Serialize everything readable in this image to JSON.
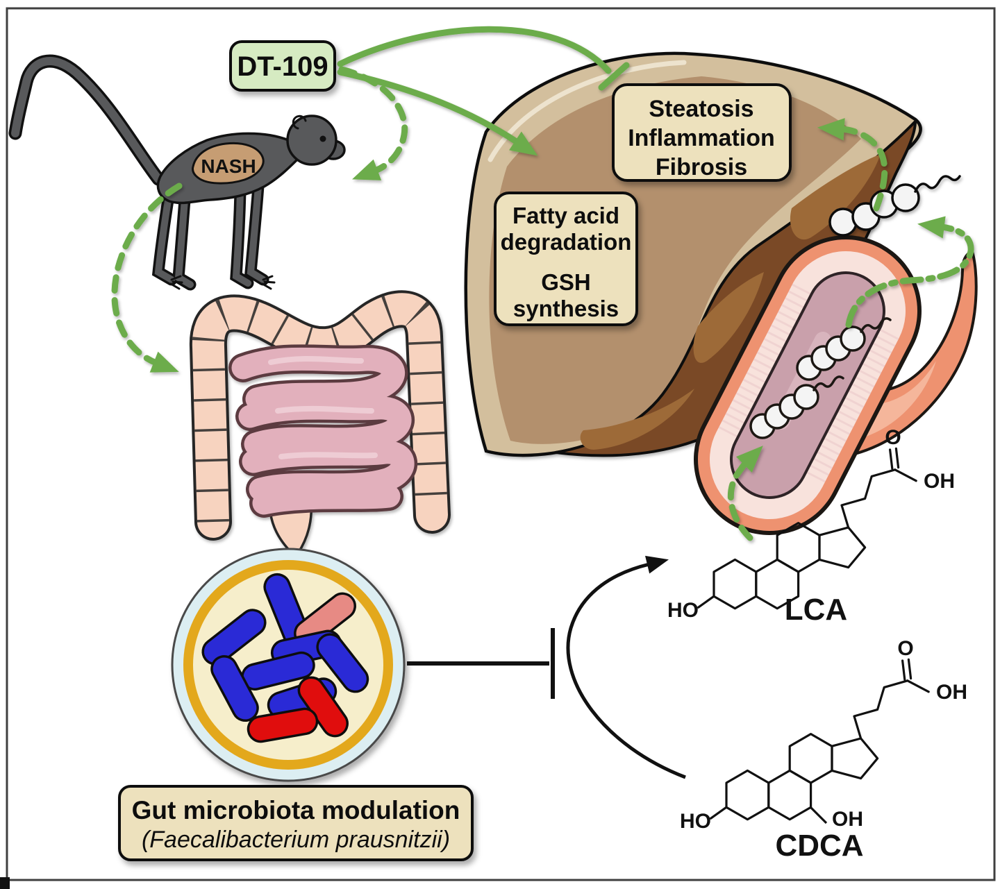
{
  "labels": {
    "drug": "DT-109",
    "disease": "NASH",
    "lca": "LCA",
    "cdca": "CDCA"
  },
  "liver_outcomes": {
    "lines": [
      "Steatosis",
      "Inflammation",
      "Fibrosis"
    ]
  },
  "liver_mechanisms": {
    "lines": [
      "Fatty acid",
      "degradation",
      "GSH",
      "synthesis"
    ]
  },
  "microbiota_box": {
    "line1": "Gut microbiota modulation",
    "line2": "(Faecalibacterium prausnitzii)"
  },
  "chemistry": {
    "o": "O",
    "oh": "OH",
    "ho": "HO"
  },
  "colors": {
    "green": "#6CAC4C",
    "outline": "#111111",
    "frame": "#3f3f3f",
    "dt_box_fill": "#d6ebc2",
    "info_box_fill": "#ede1bd",
    "monkey_gray": "#58595b",
    "monkey_liver_tan": "#c69d73",
    "liver_light": "#d3bf9d",
    "liver_mid": "#b3906d",
    "liver_dark": "#7a4a26",
    "liver_swirl": "#9d6a39",
    "colon_fill": "#f7d3bf",
    "small_intestine_fill": "#e2b0bc",
    "vessel_outer": "#ee9270",
    "vessel_wall": "#f8e2dc",
    "vessel_lumen": "#c9a0ab",
    "dish_rim": "#dceef2",
    "dish_gold": "#e3a81e",
    "dish_agar": "#f6eecb",
    "bacteria_blue": "#2b2bd6",
    "bacteria_red": "#e01111",
    "bacteria_pink": "#e78a84",
    "globule_fill": "#f4f4f4"
  }
}
